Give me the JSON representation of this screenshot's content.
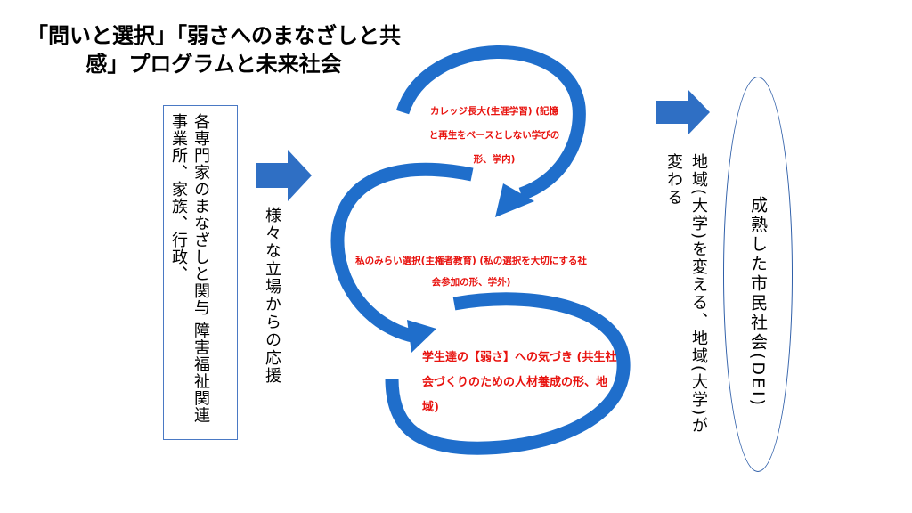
{
  "title": "「問いと選択」「弱さへのまなざしと共感」プログラムと未来社会",
  "left_box": "各専門家のまなざしと関与 障害福祉関連事業所、家族、行政、",
  "support_label": "様々な立場からの応援",
  "cycle": {
    "step1": "カレッジ長大(生涯学習) (記憶と再生をベースとしない学びの形、学内)",
    "step2": "私のみらい選択(主権者教育) (私の選択を大切にする社会参加の形、学外)",
    "step3": "学生達の【弱さ】への気づき (共生社会づくりのための人材養成の形、地域)"
  },
  "change_label": "地域(大学)を変える、地域(大学)が変わる",
  "goal_label": "成熟した市民社会(DEI)",
  "colors": {
    "arrow": "#2f6fc4",
    "ring": "#1f6ecb",
    "highlight": "#e8130f",
    "border": "#4a79c4"
  }
}
